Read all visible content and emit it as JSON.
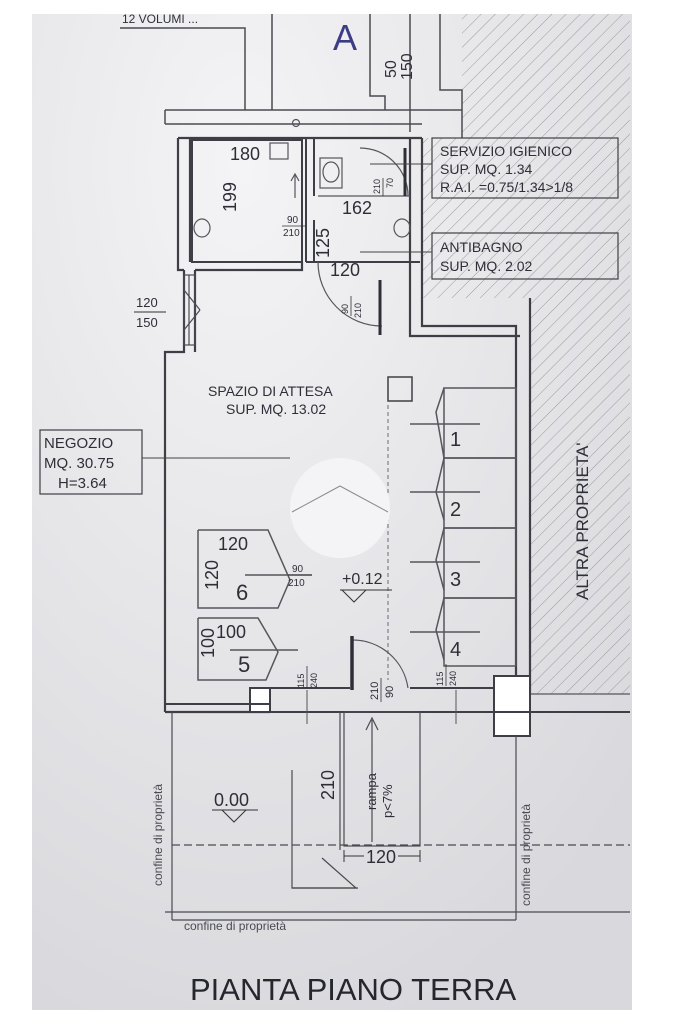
{
  "top_cut_text": "12 VOLUMI ...",
  "block_letter": "A",
  "dims_top": {
    "a": "50",
    "b": "150"
  },
  "bathroom": {
    "title": "SERVIZIO IGIENICO",
    "area": "SUP. MQ. 1.34",
    "rai": "R.A.I. =0.75/1.34>1/8",
    "dim_180": "180",
    "dim_199": "199",
    "dim_162": "162",
    "dim_125": "125",
    "door_small": {
      "num": "210",
      "den": "70"
    },
    "door_a": {
      "num": "90",
      "den": "210"
    }
  },
  "antibagno": {
    "title": "ANTIBAGNO",
    "area": "SUP. MQ. 2.02",
    "dim_120": "120",
    "door": {
      "num": "90",
      "den": "210"
    }
  },
  "window_left": {
    "top": "120",
    "bottom": "150"
  },
  "waiting": {
    "title": "SPAZIO DI ATTESA",
    "area": "SUP. MQ. 13.02"
  },
  "shop": {
    "name": "NEGOZIO",
    "area": "MQ. 30.75",
    "height": "H=3.64"
  },
  "cabins": [
    "1",
    "2",
    "3",
    "4"
  ],
  "lockers": [
    {
      "num": "6",
      "w": "120",
      "h": "120"
    },
    {
      "num": "5",
      "w": "100",
      "h": "100"
    }
  ],
  "door_mid": {
    "num": "90",
    "den": "210"
  },
  "level_inside": "+0.12",
  "entrance_doors": [
    {
      "num": "115",
      "den": "240"
    },
    {
      "num": "210",
      "den": "90"
    },
    {
      "num": "115",
      "den": "240"
    }
  ],
  "level_outside": "0.00",
  "dim_210": "210",
  "ramp": {
    "label": "rampa",
    "slope": "p<7%"
  },
  "dim_ramp_width": "120",
  "boundary_label": "confine di proprietà",
  "other_property": "ALTRA PROPRIETA'",
  "sheet_title": "PIANTA PIANO TERRA"
}
